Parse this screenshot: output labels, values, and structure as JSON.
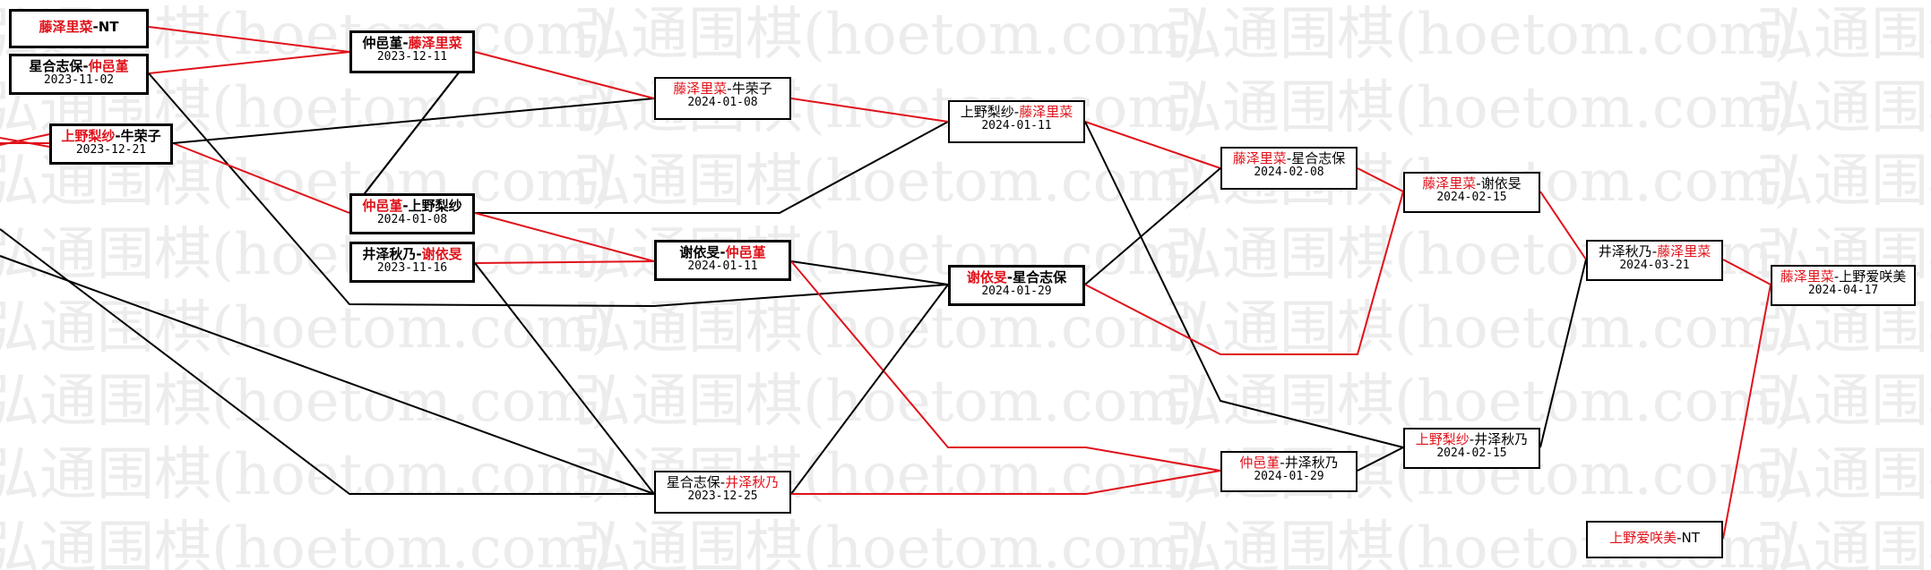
{
  "watermark": "弘通围棋(hoetom.com)",
  "colors": {
    "winner": "#e0121a",
    "loser": "#000000",
    "line_win": "#e0121a",
    "line_loss": "#000000"
  },
  "games": [
    {
      "id": "g01",
      "a": "藤泽里菜",
      "sep": "-",
      "b": "NT",
      "winner": "a",
      "date": ""
    },
    {
      "id": "g02",
      "a": "星合志保",
      "sep": "-",
      "b": "仲邑堇",
      "winner": "b",
      "date": "2023-11-02"
    },
    {
      "id": "g03",
      "a": "上野梨纱",
      "sep": "-",
      "b": "牛荣子",
      "winner": "a",
      "date": "2023-12-21"
    },
    {
      "id": "g04",
      "a": "仲邑堇",
      "sep": "-",
      "b": "藤泽里菜",
      "winner": "b",
      "date": "2023-12-11"
    },
    {
      "id": "g05",
      "a": "仲邑堇",
      "sep": "-",
      "b": "上野梨纱",
      "winner": "a",
      "date": "2024-01-08"
    },
    {
      "id": "g06",
      "a": "井泽秋乃",
      "sep": "-",
      "b": "谢依旻",
      "winner": "b",
      "date": "2023-11-16"
    },
    {
      "id": "g07",
      "a": "藤泽里菜",
      "sep": "-",
      "b": "牛荣子",
      "winner": "a",
      "date": "2024-01-08"
    },
    {
      "id": "g08",
      "a": "谢依旻",
      "sep": "-",
      "b": "仲邑堇",
      "winner": "b",
      "date": "2024-01-11"
    },
    {
      "id": "g09",
      "a": "星合志保",
      "sep": "-",
      "b": "井泽秋乃",
      "winner": "b",
      "date": "2023-12-25"
    },
    {
      "id": "g10",
      "a": "上野梨纱",
      "sep": "-",
      "b": "藤泽里菜",
      "winner": "b",
      "date": "2024-01-11"
    },
    {
      "id": "g11",
      "a": "谢依旻",
      "sep": "-",
      "b": "星合志保",
      "winner": "a",
      "date": "2024-01-29"
    },
    {
      "id": "g12",
      "a": "藤泽里菜",
      "sep": "-",
      "b": "星合志保",
      "winner": "a",
      "date": "2024-02-08"
    },
    {
      "id": "g13",
      "a": "仲邑堇",
      "sep": "-",
      "b": "井泽秋乃",
      "winner": "a",
      "date": "2024-01-29"
    },
    {
      "id": "g14",
      "a": "藤泽里菜",
      "sep": "-",
      "b": "谢依旻",
      "winner": "a",
      "date": "2024-02-15"
    },
    {
      "id": "g15",
      "a": "上野梨纱",
      "sep": "-",
      "b": "井泽秋乃",
      "winner": "a",
      "date": "2024-02-15"
    },
    {
      "id": "g16",
      "a": "井泽秋乃",
      "sep": "-",
      "b": "藤泽里菜",
      "winner": "b",
      "date": "2024-03-21"
    },
    {
      "id": "g17",
      "a": "上野爱咲美",
      "sep": "-",
      "b": "NT",
      "winner": "a",
      "date": ""
    },
    {
      "id": "g18",
      "a": "藤泽里菜",
      "sep": "-",
      "b": "上野爱咲美",
      "winner": "a",
      "date": "2024-04-17"
    }
  ]
}
